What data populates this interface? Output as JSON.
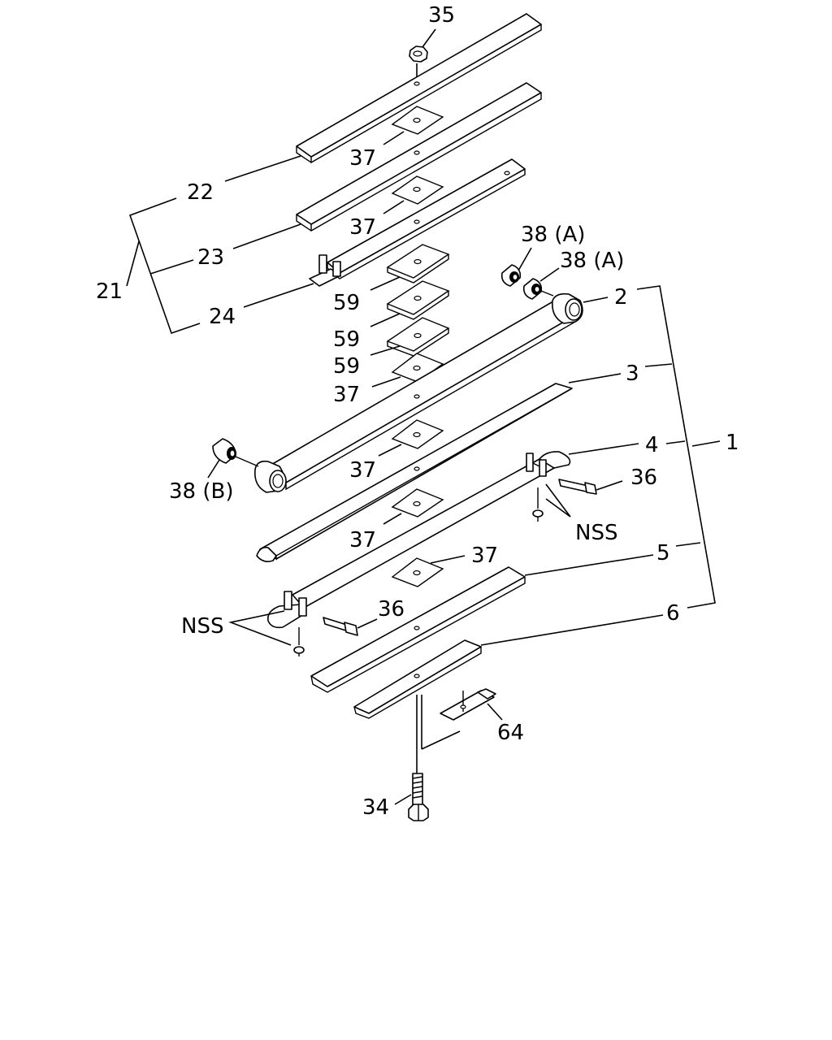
{
  "callouts": {
    "c35": "35",
    "c22": "22",
    "c23": "23",
    "c21": "21",
    "c24": "24",
    "c37a": "37",
    "c37b": "37",
    "c38a1": "38 (A)",
    "c38a2": "38 (A)",
    "c2": "2",
    "c59a": "59",
    "c59b": "59",
    "c59c": "59",
    "c37c": "37",
    "c3": "3",
    "c37d": "37",
    "c4": "4",
    "c1": "1",
    "c38b": "38 (B)",
    "c36a": "36",
    "c37e": "37",
    "cnss1": "NSS",
    "c37f": "37",
    "c5": "5",
    "cnss2": "NSS",
    "c36b": "36",
    "c6": "6",
    "c64": "64",
    "c34": "34"
  }
}
